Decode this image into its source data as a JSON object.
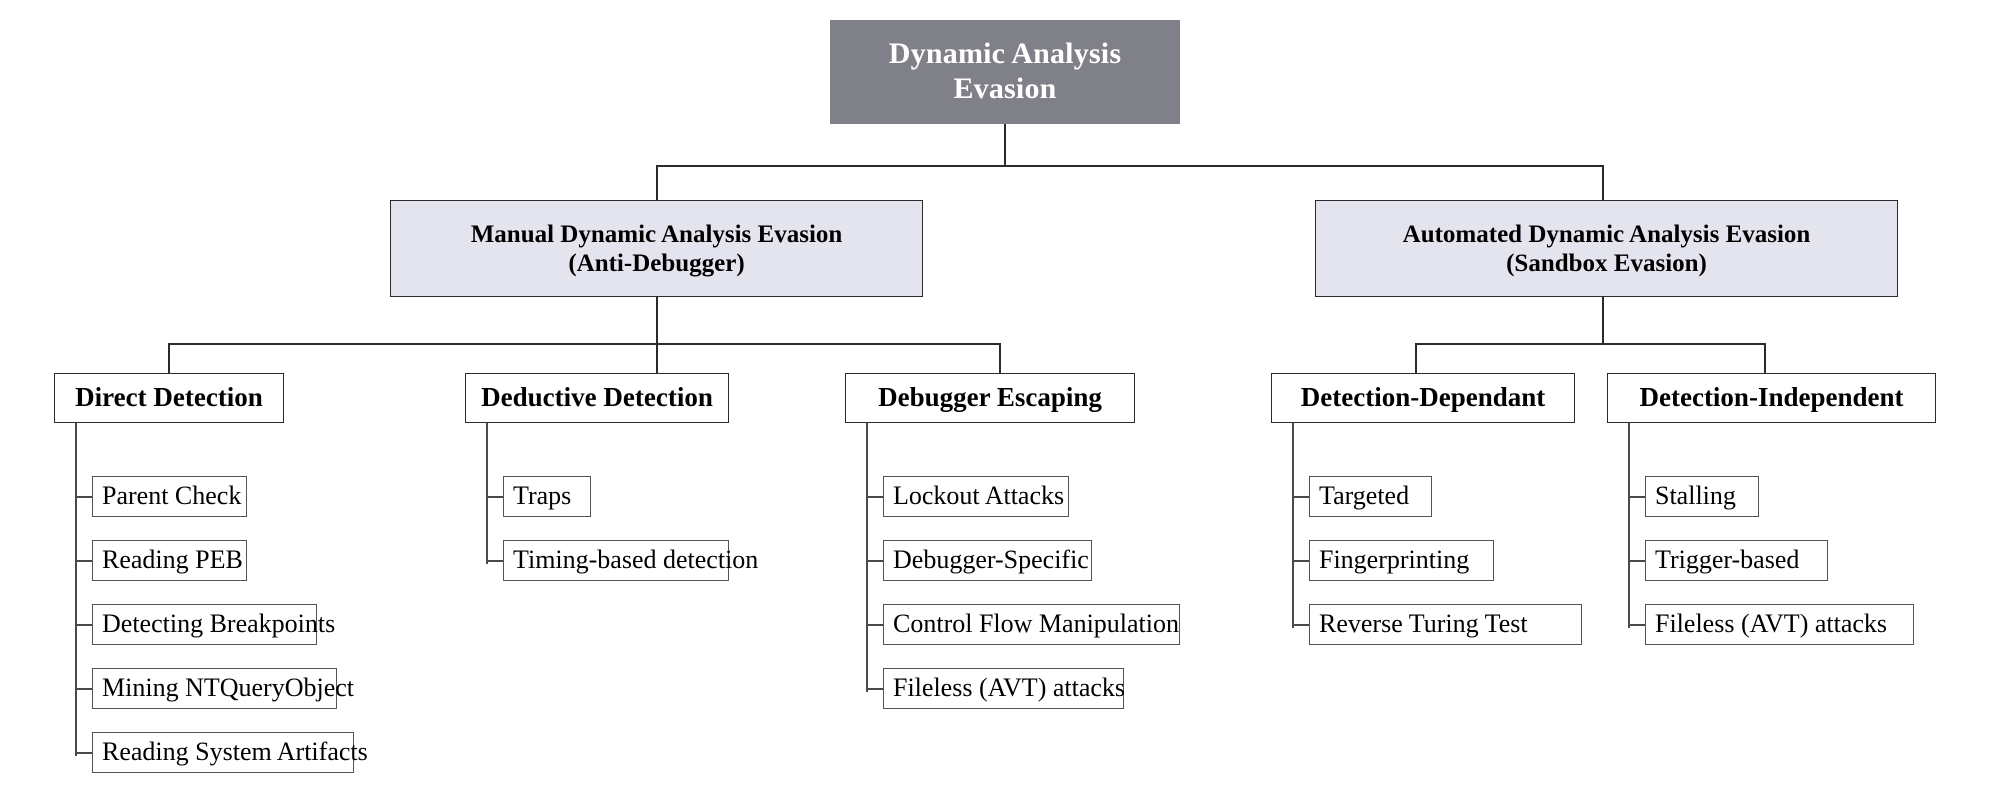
{
  "diagram": {
    "title": "Dynamic Analysis Evasion",
    "type": "taxonomy-tree",
    "colors": {
      "root_fill": "#808089",
      "root_text": "#ffffff",
      "level2_fill": "#e4e4ef",
      "leaf_fill": "#ffffff",
      "border": "#2b2b2b",
      "background": "#ffffff"
    }
  },
  "root": {
    "label": "Dynamic Analysis\nEvasion"
  },
  "branches": [
    {
      "id": "manual",
      "label": "Manual Dynamic Analysis Evasion\n(Anti-Debugger)",
      "categories": [
        {
          "id": "direct-detection",
          "label": "Direct Detection",
          "items": [
            "Parent Check",
            "Reading PEB",
            "Detecting Breakpoints",
            "Mining NTQueryObject",
            "Reading System Artifacts"
          ]
        },
        {
          "id": "deductive-detection",
          "label": "Deductive Detection",
          "items": [
            "Traps",
            "Timing-based detection"
          ]
        },
        {
          "id": "debugger-escaping",
          "label": "Debugger Escaping",
          "items": [
            "Lockout Attacks",
            "Debugger-Specific",
            "Control Flow Manipulation",
            "Fileless (AVT) attacks"
          ]
        }
      ]
    },
    {
      "id": "automated",
      "label": "Automated Dynamic Analysis Evasion\n(Sandbox Evasion)",
      "categories": [
        {
          "id": "detection-dependant",
          "label": "Detection-Dependant",
          "items": [
            "Targeted",
            "Fingerprinting",
            "Reverse Turing Test"
          ]
        },
        {
          "id": "detection-independent",
          "label": "Detection-Independent",
          "items": [
            "Stalling",
            "Trigger-based",
            "Fileless (AVT) attacks"
          ]
        }
      ]
    }
  ]
}
